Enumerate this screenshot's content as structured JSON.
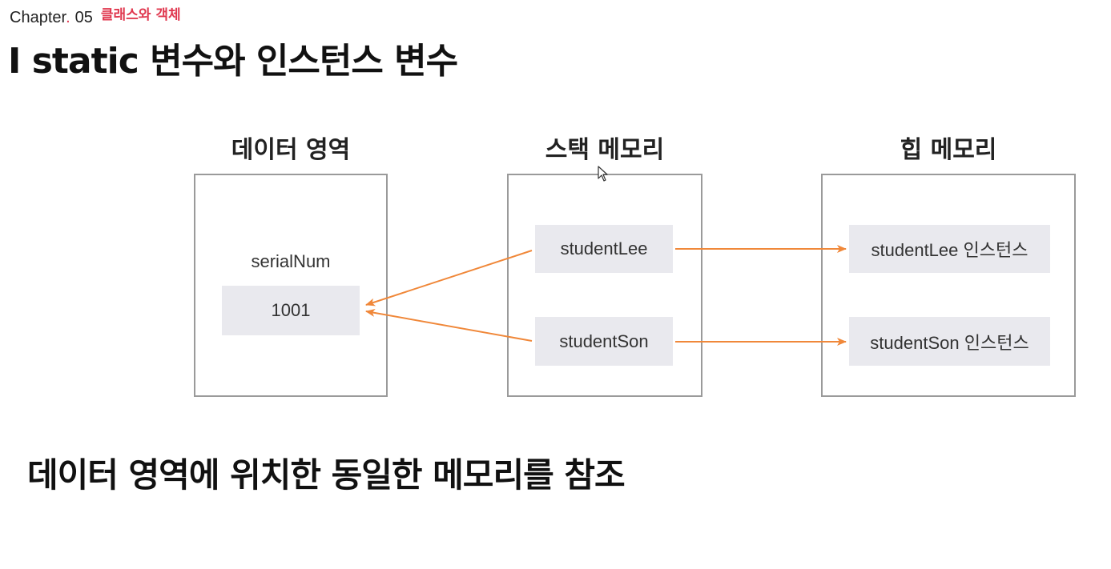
{
  "header": {
    "chapter_label": "Chapter",
    "chapter_dot": ".",
    "chapter_number": "05",
    "chapter_subject": "클래스와 객체",
    "title": "I static 변수와 인스턴스 변수"
  },
  "diagram": {
    "data_area": {
      "label": "데이터 영역",
      "variable_name": "serialNum",
      "variable_value": "1001"
    },
    "stack_memory": {
      "label": "스택 메모리",
      "items": [
        "studentLee",
        "studentSon"
      ]
    },
    "heap_memory": {
      "label": "힙 메모리",
      "items": [
        "studentLee 인스턴스",
        "studentSon 인스턴스"
      ]
    },
    "colors": {
      "arrow": "#f0883a",
      "cell_background": "#e9e9ee",
      "panel_border": "#9a9a9a",
      "accent": "#e0384f"
    }
  },
  "conclusion": "데이터 영역에 위치한 동일한 메모리를 참조"
}
